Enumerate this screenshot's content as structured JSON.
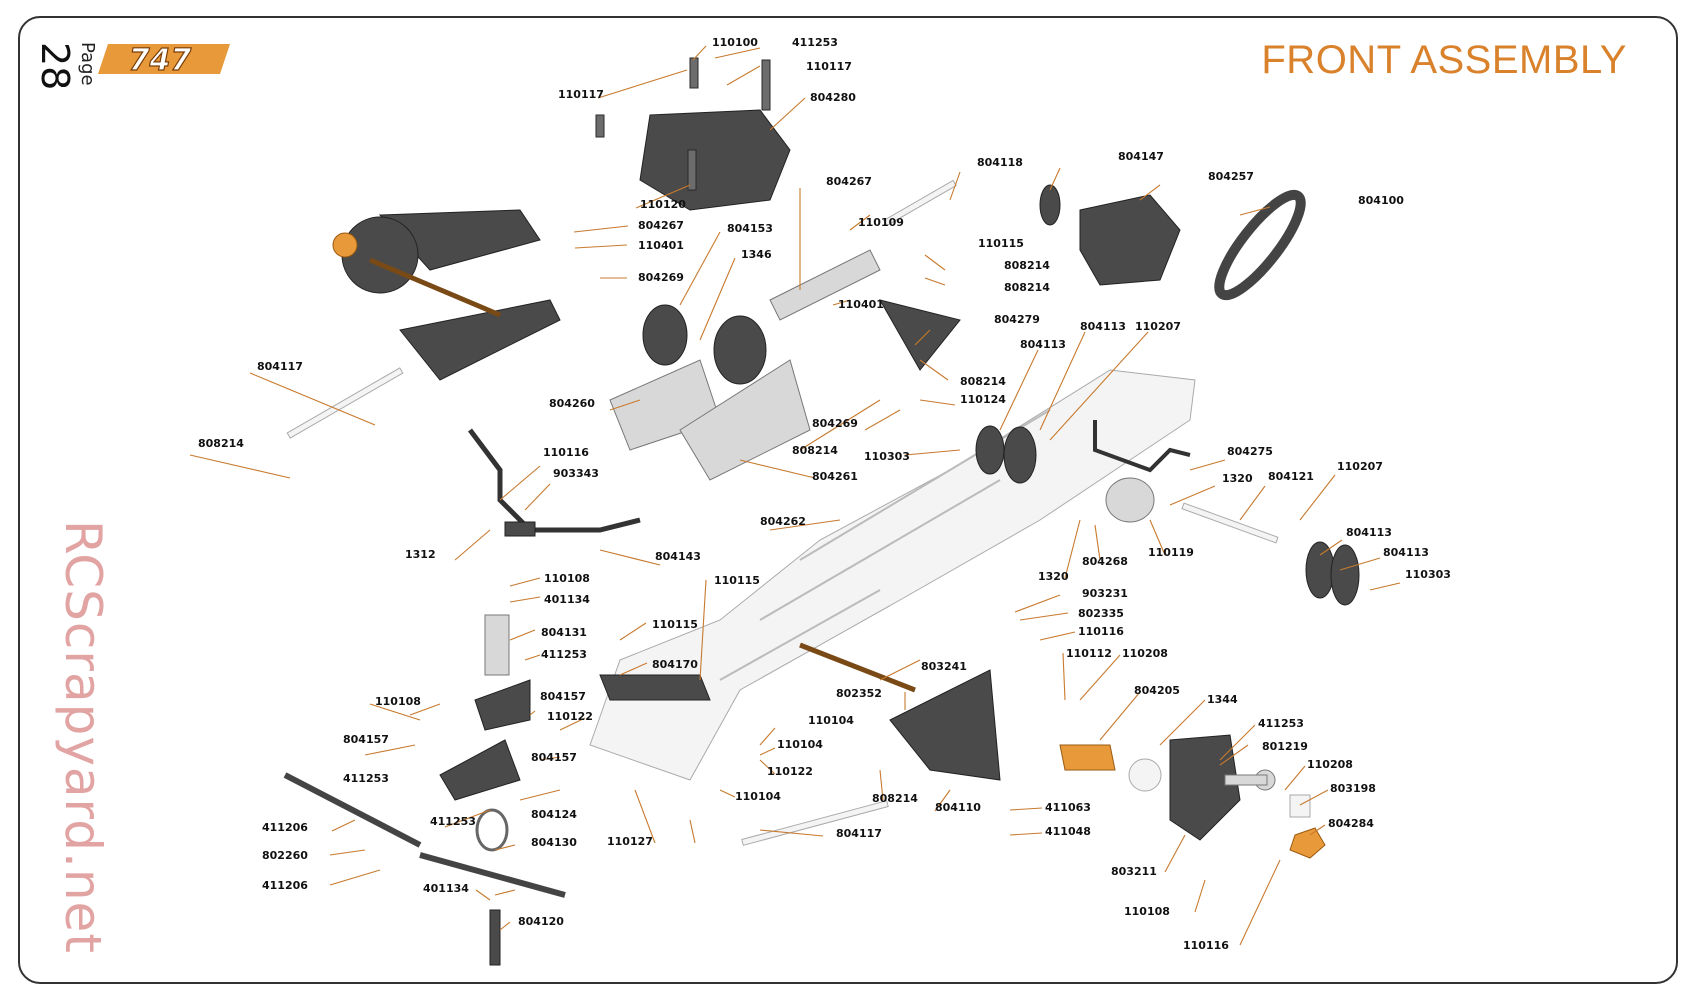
{
  "page": {
    "page_word": "Page",
    "page_number": "28",
    "title": "FRONT ASSEMBLY",
    "logo_text": "747",
    "watermark": "RCScrapyard.net",
    "accent_color": "#d9812b",
    "leader_color": "#c87a2e"
  },
  "labels": [
    "110100",
    "411253",
    "110117",
    "110117",
    "804280",
    "110120",
    "804267",
    "110401",
    "804269",
    "804153",
    "1346",
    "804267",
    "110109",
    "110115",
    "808214",
    "808214",
    "110401",
    "804279",
    "804118",
    "804147",
    "804257",
    "804100",
    "804113",
    "110207",
    "804113",
    "808214",
    "110124",
    "804269",
    "110303",
    "808214",
    "804261",
    "804260",
    "804117",
    "808214",
    "110116",
    "903343",
    "1312",
    "804143",
    "804262",
    "804275",
    "1320",
    "804121",
    "110207",
    "804113",
    "804113",
    "110303",
    "804268",
    "110119",
    "1320",
    "110108",
    "401134",
    "804131",
    "411253",
    "110115",
    "110115",
    "804170",
    "903231",
    "802335",
    "110116",
    "110112",
    "110208",
    "804205",
    "1344",
    "411253",
    "801219",
    "110208",
    "803198",
    "804284",
    "803241",
    "802352",
    "804157",
    "110122",
    "110108",
    "804157",
    "804157",
    "110104",
    "110104",
    "110122",
    "411253",
    "411206",
    "802260",
    "411206",
    "411253",
    "804124",
    "804130",
    "401134",
    "804120",
    "110127",
    "110104",
    "804117",
    "808214",
    "804110",
    "411063",
    "411048",
    "803211",
    "110108",
    "110116"
  ]
}
